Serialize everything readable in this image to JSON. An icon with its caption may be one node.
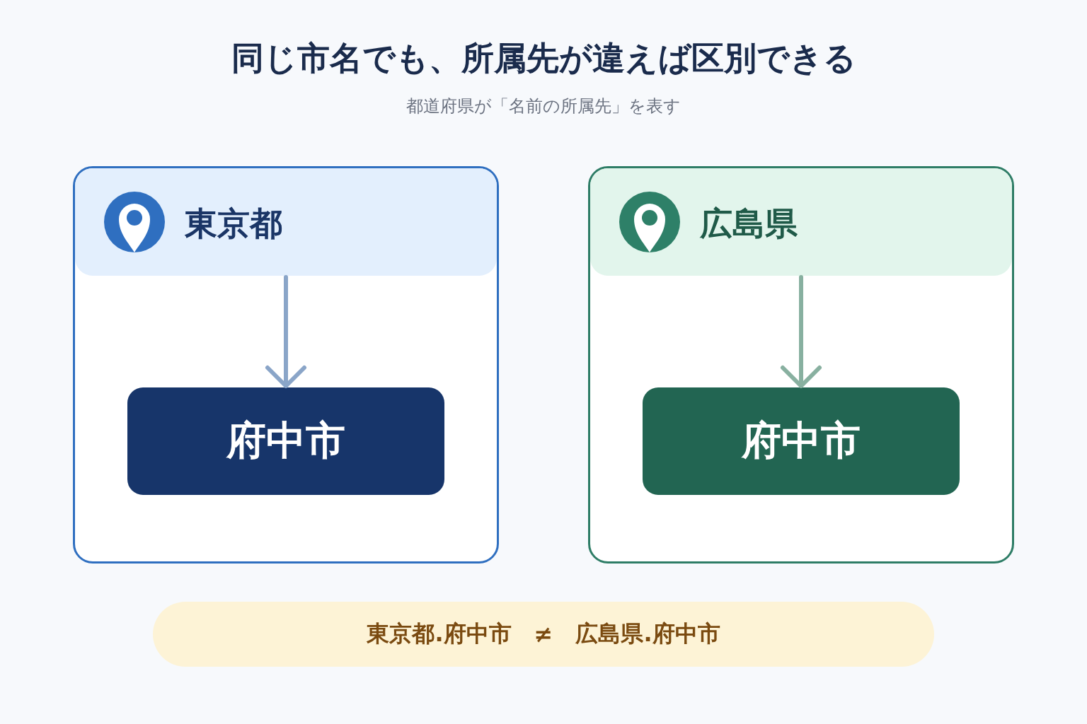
{
  "diagram": {
    "title": "同じ市名でも、所属先が違えば区別できる",
    "nodes": [
      {
        "text": [],
        "shape": "box"
      },
      {
        "text": [
          "東京都"
        ],
        "in": 0
      },
      {
        "text": [
          "府中市"
        ],
        "in": 0
      },
      {
        "text": [],
        "shape": "box"
      },
      {
        "text": [
          "広島県"
        ],
        "in": 3
      },
      {
        "text": [
          "府中市"
        ],
        "in": 3
      },
      {
        "text": [
          "東京都.府中市",
          "≠",
          "広島県.府中市"
        ]
      }
    ],
    "edges": [
      {
        "from": 1,
        "to": 2,
        "arrow": "to",
        "color": "#8aa5c8"
      },
      {
        "from": 4,
        "to": 5,
        "arrow": "to",
        "color": "#88b0a0"
      }
    ],
    "labels": [
      "都道府県が「名前の所属先」を表す"
    ]
  }
}
